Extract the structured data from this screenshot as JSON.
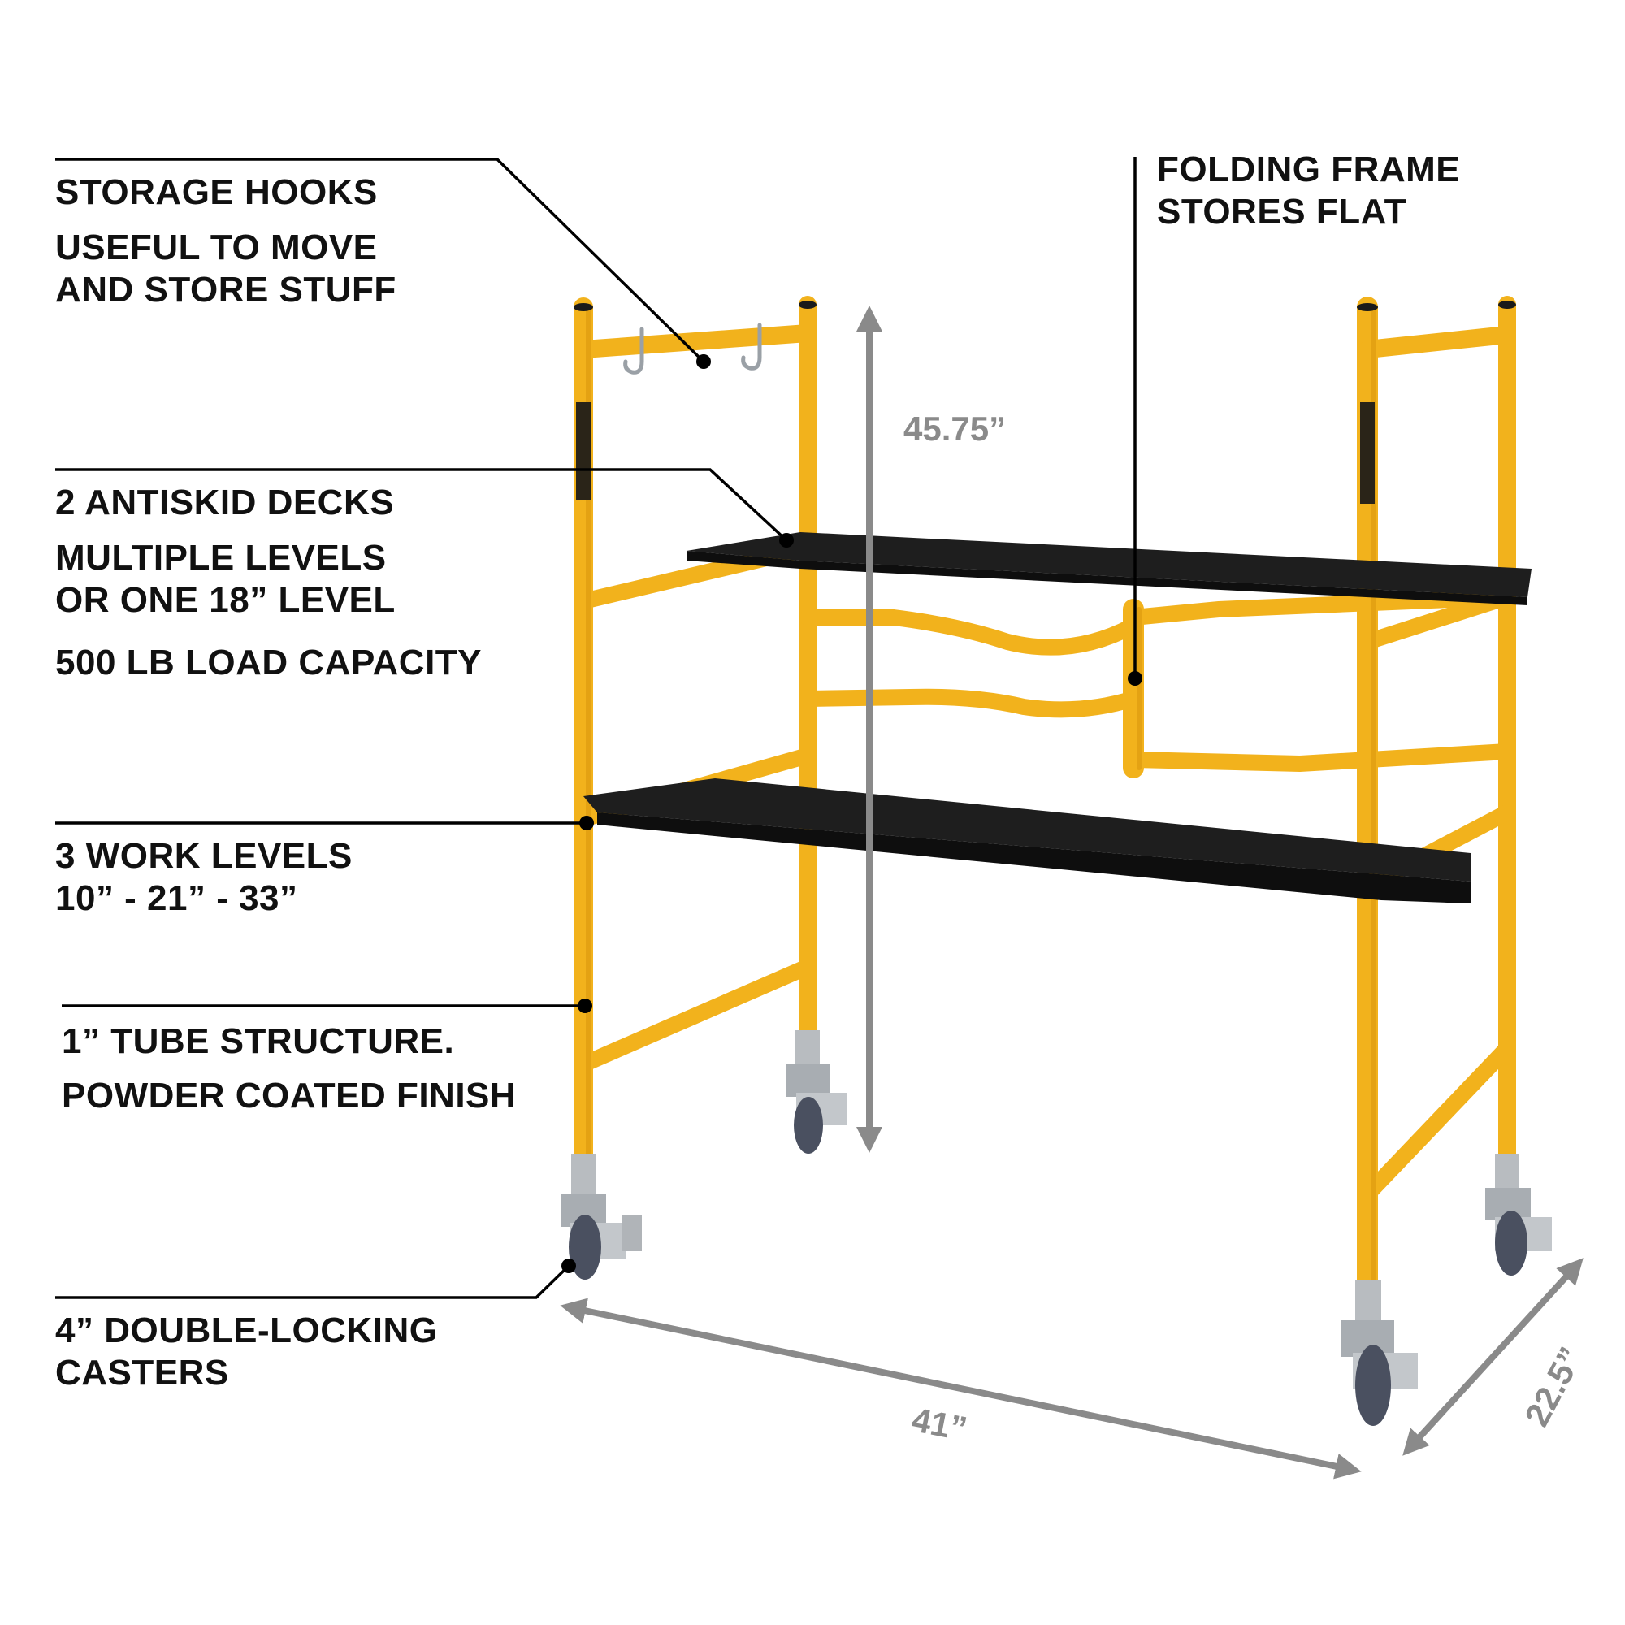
{
  "callouts": {
    "storage_hooks": {
      "title": "STORAGE HOOKS",
      "line1": "USEFUL TO MOVE",
      "line2": "AND STORE STUFF"
    },
    "folding_frame": {
      "line1": "FOLDING FRAME",
      "line2": "STORES FLAT"
    },
    "decks": {
      "title": "2 ANTISKID DECKS",
      "line1": "MULTIPLE LEVELS",
      "line2": "OR ONE 18” LEVEL",
      "line3": "500 LB LOAD CAPACITY"
    },
    "work_levels": {
      "line1": "3 WORK LEVELS",
      "line2": "10” - 21” - 33”"
    },
    "tube": {
      "line1": "1” TUBE STRUCTURE.",
      "line2": "POWDER COATED FINISH"
    },
    "casters": {
      "line1": "4” DOUBLE-LOCKING",
      "line2": "CASTERS"
    }
  },
  "dimensions": {
    "height": "45.75”",
    "width": "41”",
    "depth": "22.5”"
  },
  "colors": {
    "frame": "#f2b21c",
    "frame_shade": "#d8960c",
    "deck": "#1e1e1e",
    "caster_metal": "#b8bcc0",
    "wheel": "#4a5060",
    "dimension_arrow": "#8a8a8a",
    "leader_line": "#000000",
    "text": "#111111"
  }
}
